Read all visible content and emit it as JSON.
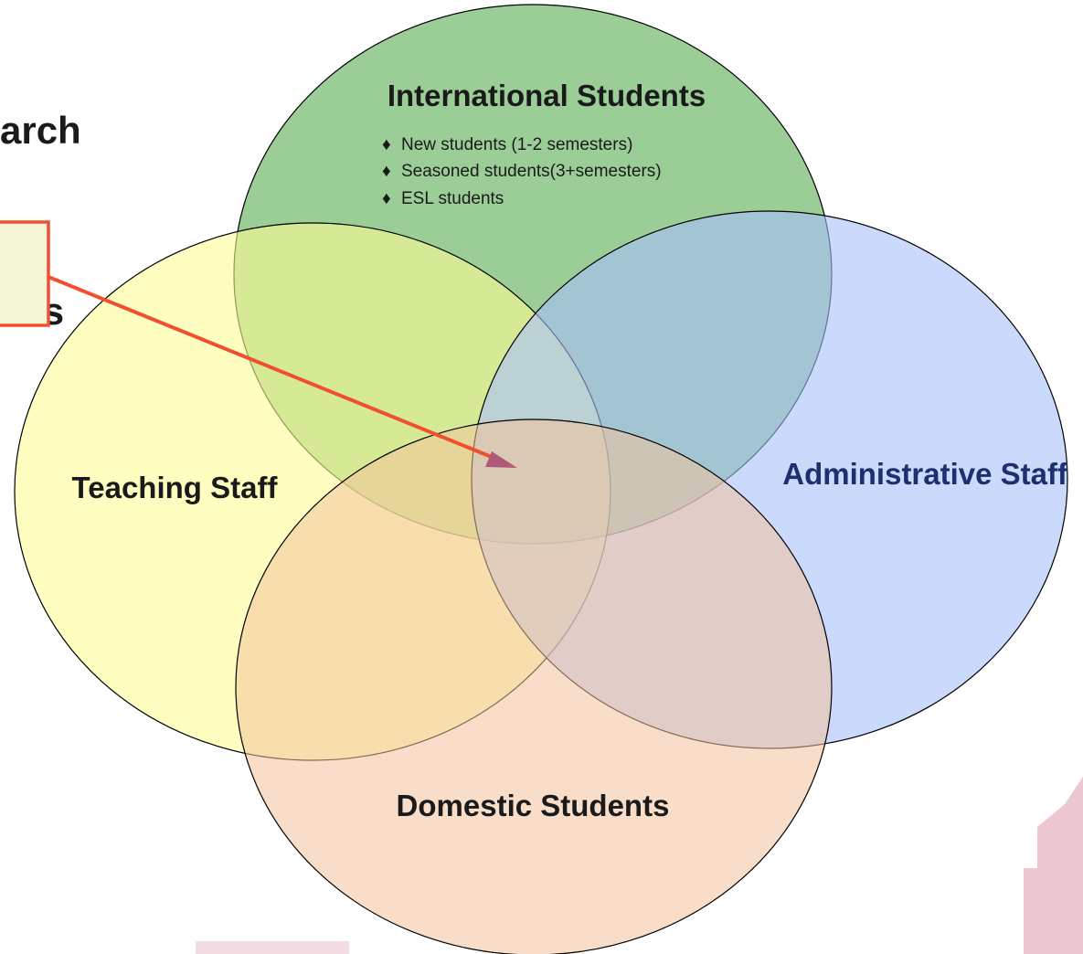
{
  "title_fragment": {
    "line1": "arch",
    "line2": "ess"
  },
  "circles": {
    "international": {
      "label": "International Students",
      "bullets": [
        "New students (1-2 semesters)",
        "Seasoned students(3+semesters)",
        "ESL students"
      ],
      "fill": "#93c98f"
    },
    "teaching": {
      "label": "Teaching Staff",
      "fill": "#fdfd96"
    },
    "administrative": {
      "label": "Administrative Staff",
      "fill": "#a9bffc",
      "label_color": "#1f2f6e"
    },
    "domestic": {
      "label": "Domestic Students",
      "fill": "#f3c39c"
    }
  },
  "bullet_glyph": "♦",
  "colors": {
    "callout_border": "#f0502f",
    "callout_fill": "#f5f5d8",
    "arrow_line": "#f0502f",
    "arrow_head": "#b05a7a",
    "watermark": "#ecc7cf"
  }
}
